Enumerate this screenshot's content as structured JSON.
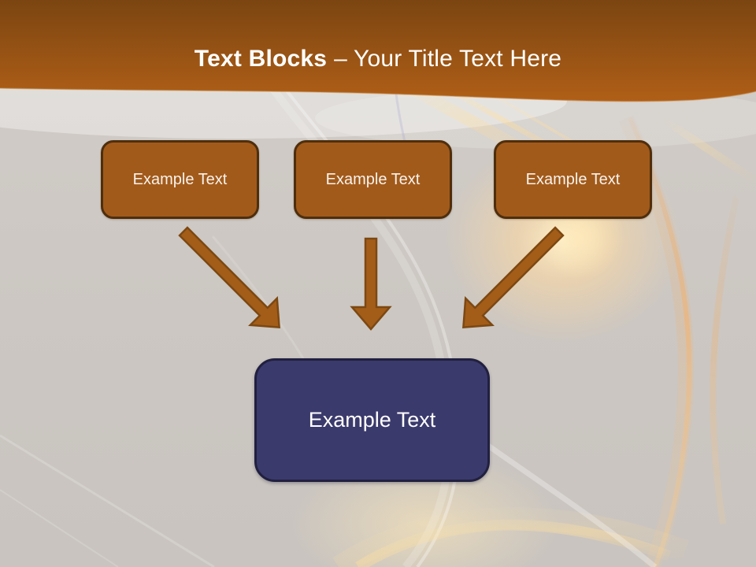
{
  "slide": {
    "title": {
      "bold": "Text Blocks",
      "rest": "– Your Title Text Here"
    }
  },
  "diagram": {
    "sources": [
      {
        "label": "Example Text"
      },
      {
        "label": "Example Text"
      },
      {
        "label": "Example Text"
      }
    ],
    "arrows": [
      {
        "icon": "arrow-down-right-icon"
      },
      {
        "icon": "arrow-down-icon"
      },
      {
        "icon": "arrow-down-left-icon"
      }
    ],
    "target": {
      "label": "Example Text"
    }
  },
  "colors": {
    "header_top": "#7B4511",
    "header_bottom": "#B05F17",
    "box_fill": "#A25A1A",
    "box_border": "#4E2E0D",
    "arrow_fill": "#A35D18",
    "arrow_border": "#7C4812",
    "target_fill": "#3B3A6C",
    "target_border": "#21203F",
    "background": "#CCC7C2",
    "title_color": "#FFFFFF"
  }
}
